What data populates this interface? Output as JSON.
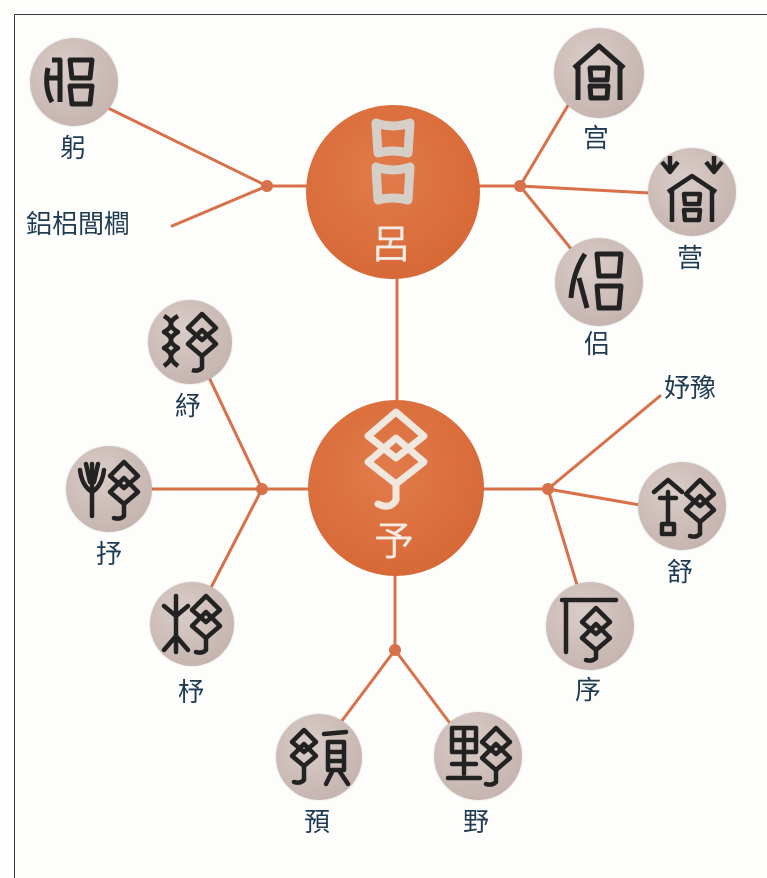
{
  "colors": {
    "accent": "#d86a38",
    "line": "#d8714a",
    "text": "#1f3b52",
    "node": "#c7b6b1"
  },
  "lu": {
    "char": "呂",
    "derived": {
      "gong_label": "宫",
      "ying_label": "营",
      "lv_label": "侣",
      "gong2_label": "躬",
      "related_text": "鋁梠閭櫚"
    }
  },
  "yu": {
    "char": "予",
    "derived": {
      "zhu_label": "紓",
      "shu_label": "抒",
      "zhu2_label": "杼",
      "yu_label": "預",
      "ye_label": "野",
      "xu_label": "序",
      "shu2_label": "舒",
      "related_text": "妤豫"
    }
  }
}
